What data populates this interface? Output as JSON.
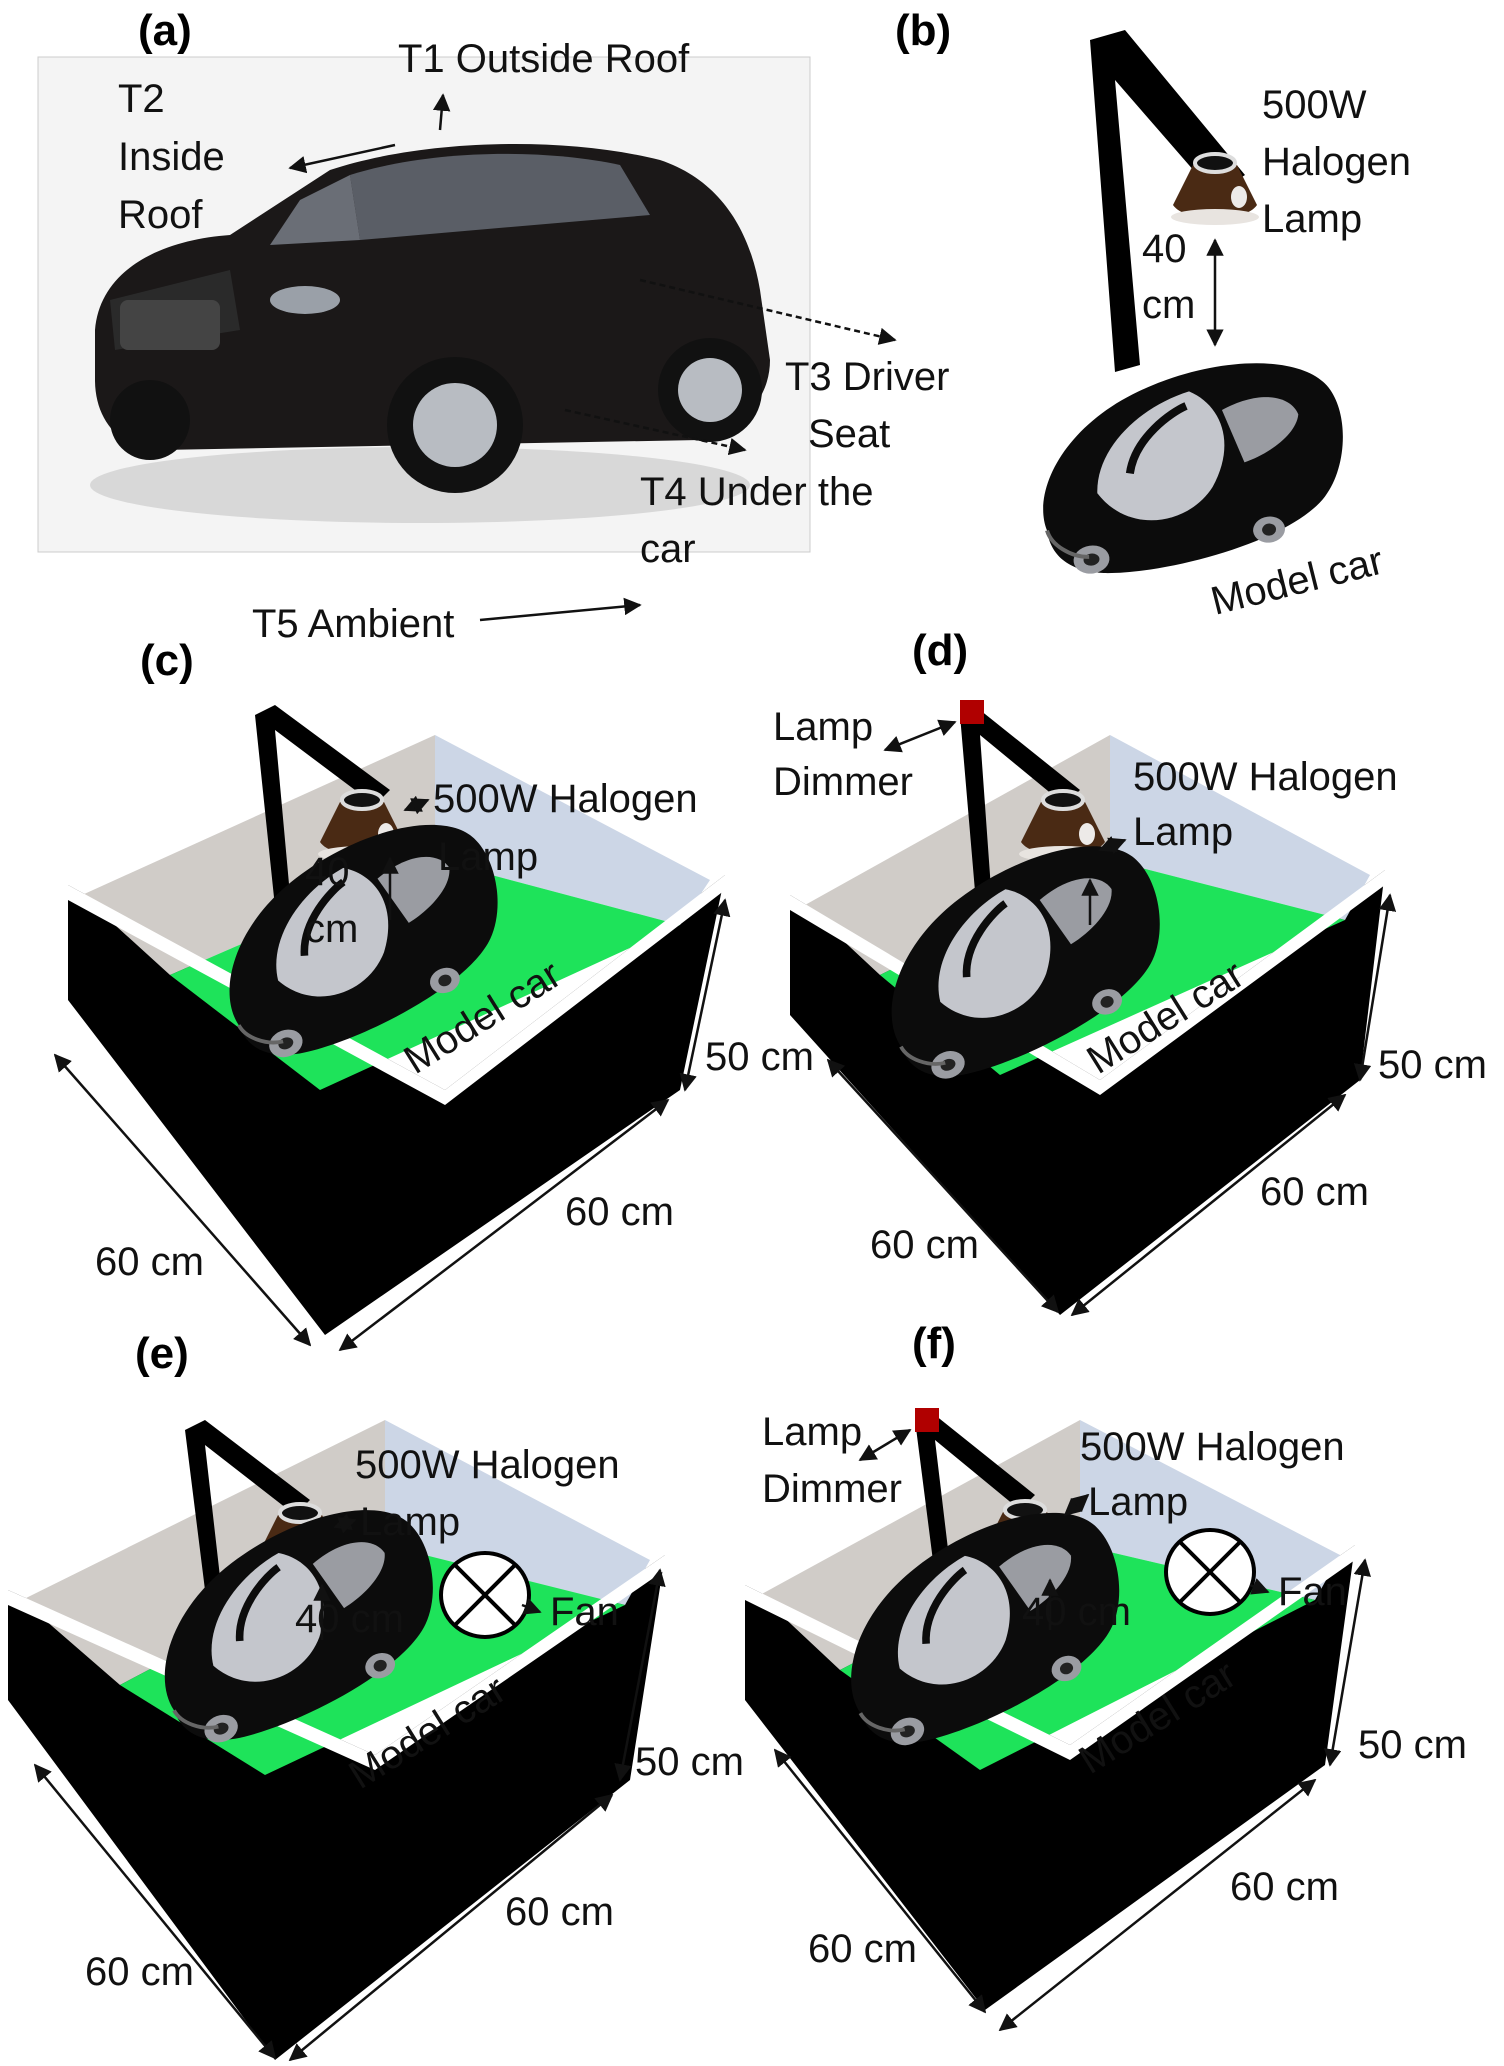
{
  "panels": {
    "a": {
      "letter": "(a)",
      "t1": "T1 Outside Roof",
      "t2": [
        "T2",
        "Inside",
        "Roof"
      ],
      "t3": [
        "T3 Driver",
        "Seat"
      ],
      "t4": [
        "T4 Under the",
        "car"
      ],
      "t5": "T5 Ambient"
    },
    "b": {
      "letter": "(b)",
      "lamp": [
        "500W",
        "Halogen",
        "Lamp"
      ],
      "distance": [
        "40",
        "cm"
      ],
      "car": "Model car"
    },
    "c": {
      "letter": "(c)",
      "lamp": [
        "500W Halogen",
        "Lamp"
      ],
      "distance": [
        "40",
        "cm"
      ],
      "car": "Model car",
      "height": "50 cm",
      "width": "60 cm",
      "depth": "60 cm"
    },
    "d": {
      "letter": "(d)",
      "dimmer": [
        "Lamp",
        "Dimmer"
      ],
      "lamp": [
        "500W Halogen",
        "Lamp"
      ],
      "car": "Model car",
      "height": "50 cm",
      "width": "60 cm",
      "depth": "60 cm"
    },
    "e": {
      "letter": "(e)",
      "lamp": [
        "500W Halogen",
        "Lamp"
      ],
      "distance": "40 cm",
      "fan": "Fan",
      "car": "Model car",
      "height": "50 cm",
      "width": "60 cm",
      "depth": "60 cm"
    },
    "f": {
      "letter": "(f)",
      "dimmer": [
        "Lamp",
        "Dimmer"
      ],
      "lamp": [
        "500W Halogen",
        "Lamp"
      ],
      "distance": "40 cm",
      "fan": "Fan",
      "car": "Model car",
      "height": "50 cm",
      "width": "60 cm",
      "depth": "60 cm"
    }
  },
  "colors": {
    "floor": "#1ee35a",
    "box_black": "#000000",
    "wall_left": "#d0ccc8",
    "wall_right": "#ccd6e6",
    "rim": "#ffffff",
    "lamp_body": "#4a2a14",
    "dimmer": "#b00000",
    "car": "#0c0c0c",
    "windows": "#c4c6cc"
  }
}
